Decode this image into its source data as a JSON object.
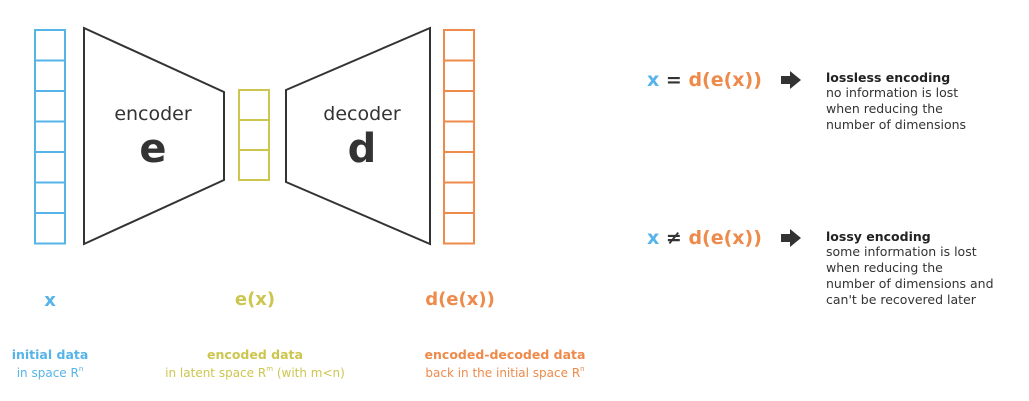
{
  "diagram": {
    "colors": {
      "input": "#56b4e9",
      "latent": "#cdc64e",
      "output": "#ee8a4a",
      "stroke": "#333333",
      "text": "#333333"
    },
    "input_cells": 7,
    "latent_cells": 3,
    "output_cells": 7,
    "encoder": {
      "name": "encoder",
      "symbol": "e"
    },
    "decoder": {
      "name": "decoder",
      "symbol": "d"
    },
    "labels": {
      "x": "x",
      "ex": "e(x)",
      "dex": "d(e(x))"
    },
    "captions": {
      "input": {
        "title": "initial data",
        "sub_prefix": "in space R",
        "sub_sup": "n",
        "sub_suffix": ""
      },
      "latent": {
        "title": "encoded data",
        "sub_prefix": "in latent space R",
        "sub_sup": "m",
        "sub_suffix": " (with m<n)"
      },
      "output": {
        "title": "encoded-decoded data",
        "sub_prefix": "back in the initial space R",
        "sub_sup": "n",
        "sub_suffix": ""
      }
    }
  },
  "notes": [
    {
      "lhs": "x",
      "op": "=",
      "rhs": "d(e(x))",
      "arrow_icon": "right-arrow-icon",
      "title": "lossless encoding",
      "lines": [
        "no information is lost",
        "when reducing the",
        "number of dimensions"
      ]
    },
    {
      "lhs": "x",
      "op": "≠",
      "rhs": "d(e(x))",
      "arrow_icon": "right-arrow-icon",
      "title": "lossy encoding",
      "lines": [
        "some information is lost",
        "when reducing the",
        "number of dimensions and",
        "can't be recovered later"
      ]
    }
  ]
}
